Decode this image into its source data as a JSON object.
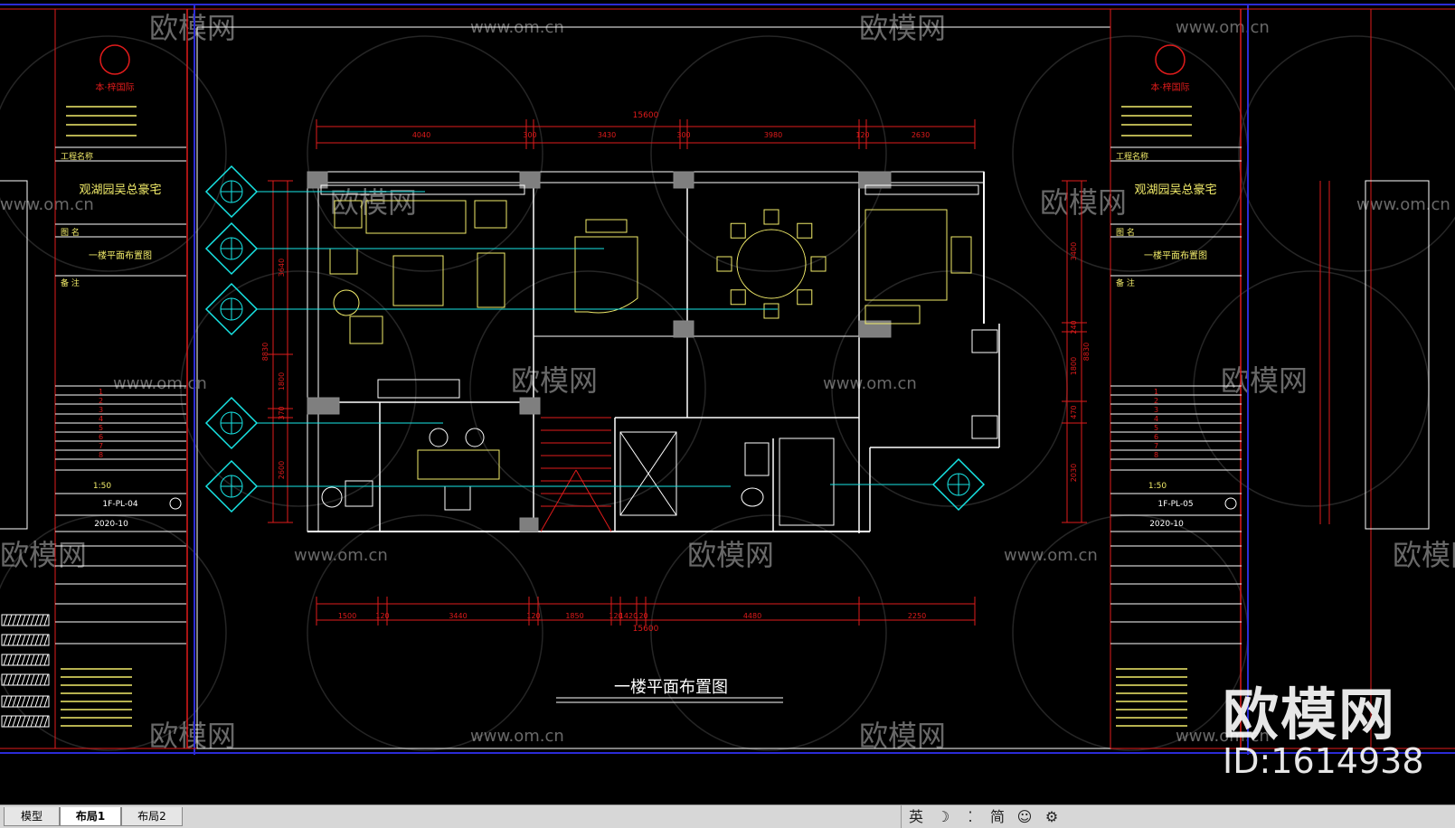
{
  "plan": {
    "title": "一楼平面布置图",
    "dims_top_total": "15600",
    "dims_top": [
      "4040",
      "300",
      "3430",
      "300",
      "3980",
      "120",
      "2630"
    ],
    "dims_bottom_total": "15600",
    "dims_bottom": [
      "1500",
      "120",
      "3440",
      "120",
      "1850",
      "120",
      "1420",
      "120",
      "4480",
      "2250"
    ],
    "dims_left_total": "8830",
    "dims_left": [
      "3640",
      "1800",
      "370",
      "2600"
    ],
    "dims_right_total": "8830",
    "dims_right": [
      "3400",
      "240",
      "1800",
      "470",
      "2030"
    ]
  },
  "titleblock": {
    "company": "本·梓国际",
    "project_label": "工程名称",
    "project": "观湖园吴总豪宅",
    "drawing_label": "图 名",
    "drawing_name": "一楼平面布置图",
    "notes_label": "备 注",
    "scale": "1:50",
    "drawing_no": "1F-PL-04",
    "drawing_no_right": "1F-PL-05",
    "date": "2020-10"
  },
  "watermarks": {
    "site_text": "www.om.cn",
    "brand_text": "欧模网",
    "corner_brand": "欧模网",
    "corner_id": "ID:1614938"
  },
  "colors": {
    "sheet_border": "#e01b1b",
    "frame": "#ffffff",
    "wall": "#ffffff",
    "furniture": "#f2ec6a",
    "dimension": "#e01b1b",
    "index_symbol": "#18e6e6",
    "blue_frame": "#2b2bd6"
  },
  "tabs": [
    {
      "label": "模型",
      "active": false
    },
    {
      "label": "布局1",
      "active": true
    },
    {
      "label": "布局2",
      "active": false
    }
  ],
  "statusbar": {
    "lang_label": "英",
    "moon_icon": "moon-icon",
    "dots_icon": "dots-icon",
    "simplified_label": "简",
    "smile_icon": "smile-icon",
    "gear_icon": "gear-icon"
  }
}
